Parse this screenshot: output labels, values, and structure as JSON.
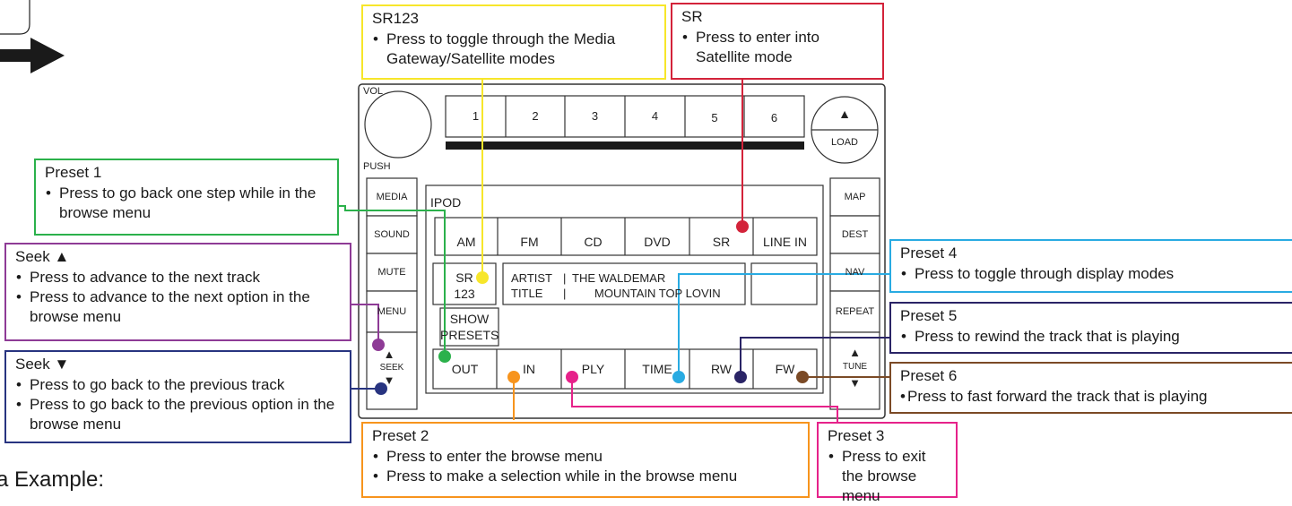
{
  "colors": {
    "yellow": "#f7e62a",
    "red": "#d3233a",
    "green": "#2bb14b",
    "purple": "#8e3b96",
    "navy": "#283480",
    "cyan": "#29abe2",
    "darknavy": "#2a2466",
    "brown": "#7b4a26",
    "orange": "#f7941d",
    "pink": "#e6228a",
    "gray": "#222222"
  },
  "radio": {
    "vol_label": "VOL",
    "push_label": "PUSH",
    "presets": [
      "1",
      "2",
      "3",
      "4",
      "5",
      "6"
    ],
    "eject_symbol": "▲",
    "load_label": "LOAD",
    "left_buttons": [
      "MEDIA",
      "SOUND",
      "MUTE",
      "MENU"
    ],
    "seek_up_symbol": "▲",
    "seek_label": "SEEK",
    "seek_down_symbol": "▼",
    "right_buttons": [
      "MAP",
      "DEST",
      "NAV",
      "REPEAT"
    ],
    "tune_up_symbol": "▲",
    "tune_label": "TUNE",
    "tune_down_symbol": "▼",
    "display": {
      "title": "IPOD",
      "sources": [
        "AM",
        "FM",
        "CD",
        "DVD",
        "SR",
        "LINE IN"
      ],
      "sr_line1": "SR",
      "sr_line2": "123",
      "artist_label": "ARTIST",
      "artist_sep": "|",
      "artist_value": "THE WALDEMAR",
      "title_label": "TITLE",
      "title_sep": "|",
      "title_value": "MOUNTAIN TOP LOVIN",
      "show_presets_line1": "SHOW",
      "show_presets_line2": "PRESETS",
      "bottom_buttons": [
        "OUT",
        "IN",
        "PLY",
        "TIME",
        "RW",
        "FW"
      ]
    }
  },
  "callouts": {
    "sr123": {
      "title": "SR123",
      "items": [
        "Press to toggle through the Media Gateway/Satellite modes"
      ]
    },
    "sr": {
      "title": "SR",
      "items": [
        "Press to enter into Satellite mode"
      ]
    },
    "preset1": {
      "title": "Preset 1",
      "items": [
        "Press to go back one step while in the browse menu"
      ]
    },
    "seek_up": {
      "title": "Seek ▲",
      "items": [
        "Press to advance to the next track",
        "Press to advance to the next option in the browse menu"
      ]
    },
    "seek_down": {
      "title": "Seek ▼",
      "items": [
        "Press to go back to the previous track",
        "Press to go back to the previous option in the browse menu"
      ]
    },
    "preset4": {
      "title": "Preset 4",
      "items": [
        "Press to toggle through display modes"
      ]
    },
    "preset5": {
      "title": "Preset 5",
      "items": [
        "Press to rewind the track that is playing"
      ]
    },
    "preset6": {
      "title": "Preset 6",
      "items": [
        "Press to fast forward the track that is playing"
      ]
    },
    "preset2": {
      "title": "Preset 2",
      "items": [
        "Press to enter the browse menu",
        "Press to make a selection while in the browse menu"
      ]
    },
    "preset3": {
      "title": "Preset 3",
      "items": [
        "Press to exit the browse menu"
      ]
    }
  },
  "footer": {
    "example_text": "a Example:"
  }
}
